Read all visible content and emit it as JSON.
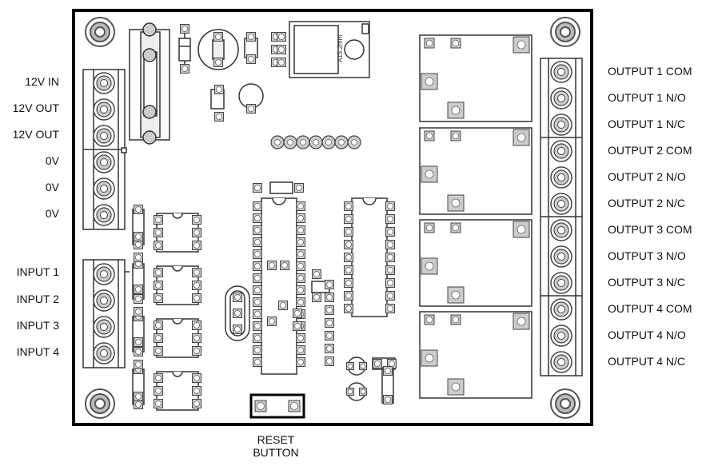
{
  "left_labels": {
    "power": [
      "12V IN",
      "12V OUT",
      "12V OUT",
      "0V",
      "0V",
      "0V"
    ],
    "inputs": [
      "INPUT 1",
      "INPUT 2",
      "INPUT 3",
      "INPUT 4"
    ]
  },
  "right_labels": [
    "OUTPUT 1 COM",
    "OUTPUT 1 N/O",
    "OUTPUT 1 N/C",
    "OUTPUT 2 COM",
    "OUTPUT 2 N/O",
    "OUTPUT 2 N/C",
    "OUTPUT 3 COM",
    "OUTPUT 3 N/O",
    "OUTPUT 3 N/C",
    "OUTPUT 4 COM",
    "OUTPUT 4 N/O",
    "OUTPUT 4 N/C"
  ],
  "reset_button": {
    "line1": "RESET",
    "line2": "BUTTON"
  },
  "regulator_marking": "A15.2mm"
}
